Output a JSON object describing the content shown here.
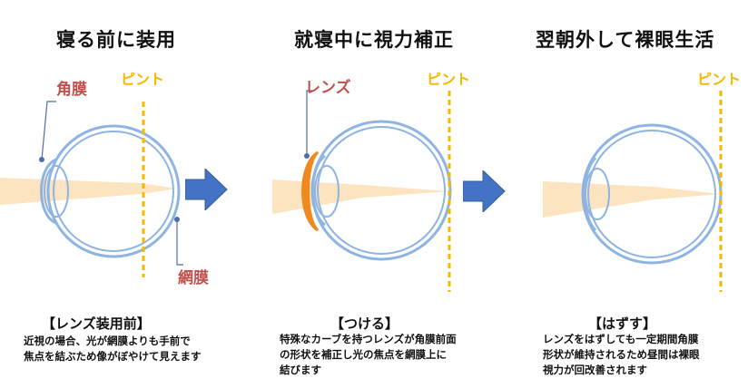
{
  "panels": [
    {
      "title": "寝る前に装用",
      "focus_label": "ピント",
      "cornea_label": "角膜",
      "retina_label": "網膜",
      "caption": "【レンズ装用前】",
      "desc": [
        "近視の場合、光が網膜よりも手前で",
        "焦点を結ぶため像がぼやけて見えます"
      ]
    },
    {
      "title": "就寝中に視力補正",
      "focus_label": "ピント",
      "lens_label": "レンズ",
      "caption": "【つける】",
      "desc": [
        "特殊なカーブを持つレンズが角膜前面",
        "の形状を補正し光の焦点を網膜上に",
        "結びます"
      ]
    },
    {
      "title": "翌朝外して裸眼生活",
      "focus_label": "ピント",
      "caption": "【はずす】",
      "desc": [
        "レンズをはずしても一定期間角膜",
        "形状が維持されるため昼間は裸眼",
        "視力が回改善されます"
      ]
    }
  ],
  "colors": {
    "eye_outline": "#8DB4E2",
    "light_beam": "#FCE4C0",
    "focus_line": "#F5B800",
    "lens": "#F08A1E",
    "label_red": "#C0504D",
    "arrow": "#4472C4",
    "pointer_line": "#4F6EA8"
  }
}
